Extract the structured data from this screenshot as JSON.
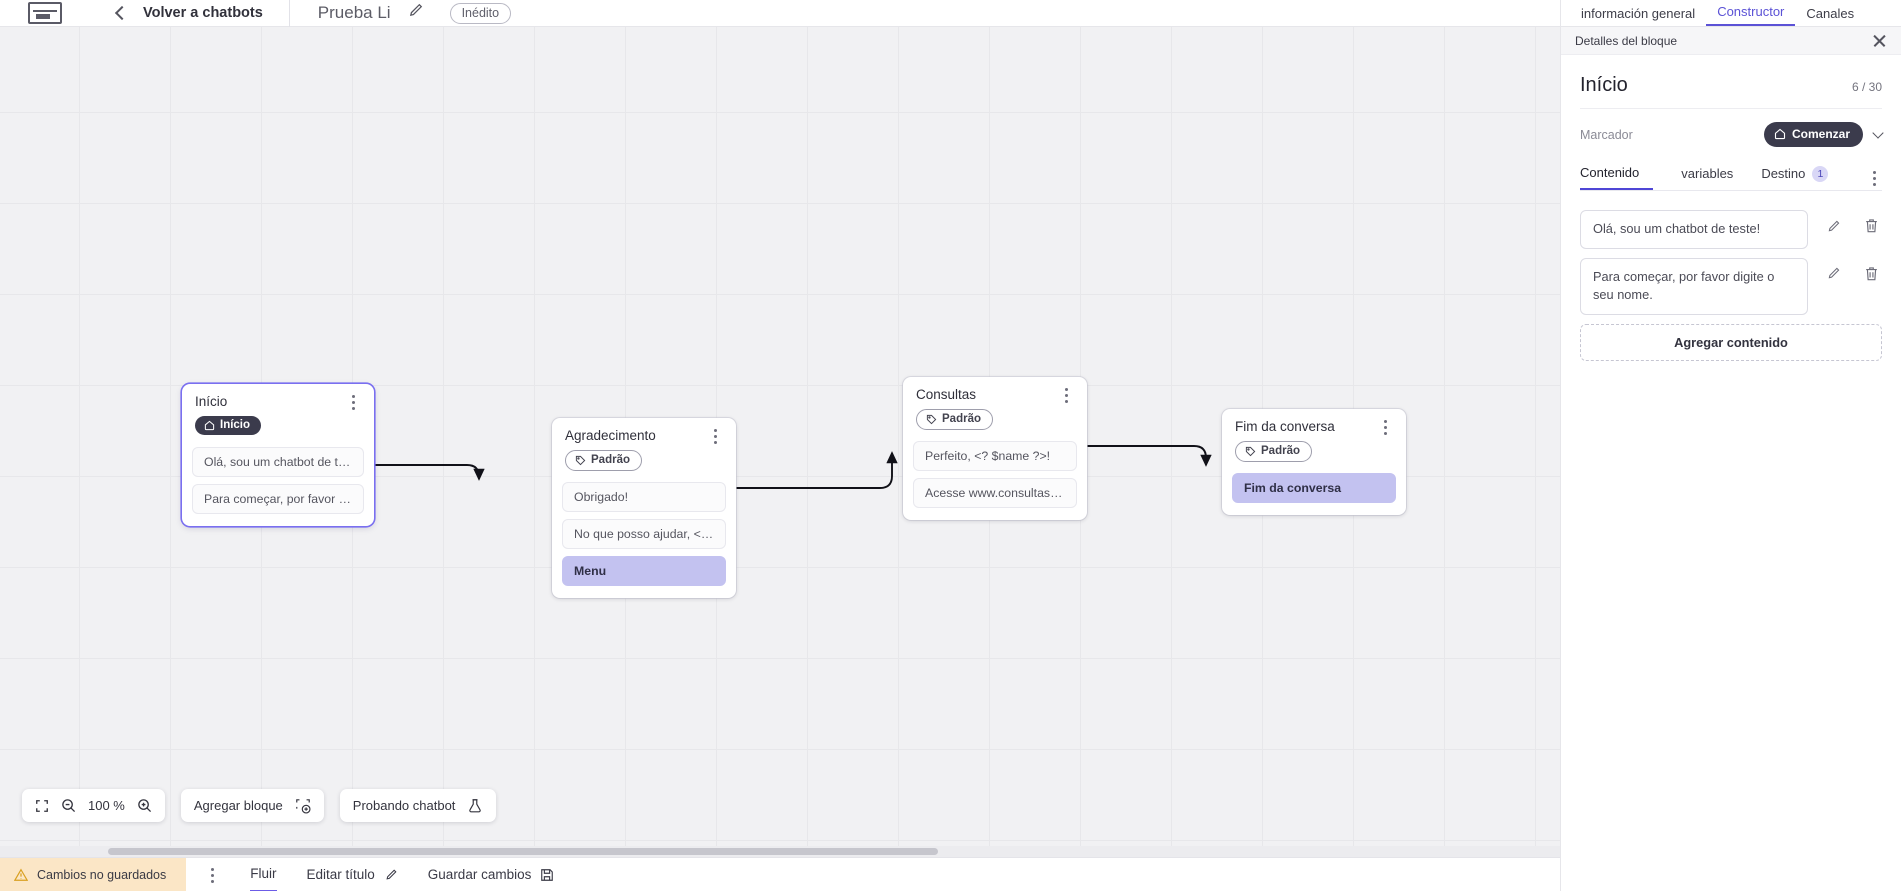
{
  "topbar": {
    "logo_icon": "via-logo-icon",
    "back_chevron_icon": "chevron-left-icon",
    "back_label": "Volver a chatbots",
    "project_title": "Prueba Li",
    "edit_icon": "pencil-icon",
    "status_badge": "Inédito"
  },
  "canvas": {
    "nodes": [
      {
        "title": "Início",
        "chip": "Início",
        "chip_type": "start",
        "chip_icon": "home-icon",
        "selected": true,
        "messages": [
          {
            "text": "Olá, sou um chatbot de teste!",
            "accent": false
          },
          {
            "text": "Para começar, por favor digite o ...",
            "accent": false
          }
        ]
      },
      {
        "title": "Agradecimento",
        "chip": "Padrão",
        "chip_type": "default",
        "chip_icon": "tag-icon",
        "selected": false,
        "messages": [
          {
            "text": "Obrigado!",
            "accent": false
          },
          {
            "text": "No que posso ajudar, <? $name ...",
            "accent": false
          },
          {
            "text": "Menu",
            "accent": true
          }
        ]
      },
      {
        "title": "Consultas",
        "chip": "Padrão",
        "chip_type": "default",
        "chip_icon": "tag-icon",
        "selected": false,
        "messages": [
          {
            "text": "Perfeito, <? $name ?>!",
            "accent": false
          },
          {
            "text": "Acesse www.consultas.com par...",
            "accent": false
          }
        ]
      },
      {
        "title": "Fim da conversa",
        "chip": "Padrão",
        "chip_type": "default",
        "chip_icon": "tag-icon",
        "selected": false,
        "messages": [
          {
            "text": "Fim da conversa",
            "accent": true
          }
        ]
      }
    ],
    "toolbar": {
      "fit_icon": "fit-screen-icon",
      "zoom_out_icon": "zoom-out-icon",
      "zoom_level": "100 %",
      "zoom_in_icon": "zoom-in-icon",
      "add_block_label": "Agregar bloque",
      "add_block_icon": "add-block-icon",
      "test_chatbot_label": "Probando chatbot",
      "test_chatbot_icon": "flask-icon"
    }
  },
  "bottombar": {
    "unsaved_icon": "warning-triangle-icon",
    "unsaved_label": "Cambios no guardados",
    "kebab_icon": "kebab-vertical-icon",
    "flow_label": "Fluir",
    "edit_title_label": "Editar título",
    "edit_title_icon": "pencil-icon",
    "save_label": "Guardar cambios",
    "save_icon": "save-disk-icon"
  },
  "rpanel": {
    "tabs": [
      {
        "label": "información general",
        "active": false
      },
      {
        "label": "Constructor",
        "active": true
      },
      {
        "label": "Canales",
        "active": false
      }
    ],
    "header_label": "Detalles del bloque",
    "close_icon": "close-icon",
    "block_title": "Início",
    "char_count": "6 / 30",
    "marker_label": "Marcador",
    "marker_pill": "Comenzar",
    "marker_pill_icon": "home-icon",
    "marker_chevron_icon": "chevron-down-icon",
    "subtabs": [
      {
        "label": "Contenido",
        "badge": null,
        "active": true
      },
      {
        "label": "variables",
        "badge": null,
        "active": false
      },
      {
        "label": "Destino",
        "badge": "1",
        "active": false
      }
    ],
    "subtab_kebab_icon": "kebab-vertical-icon",
    "content_items": [
      {
        "text": "Olá, sou um chatbot de teste!",
        "edit_icon": "pencil-icon",
        "delete_icon": "trash-icon"
      },
      {
        "text": "Para começar, por favor digite o seu nome.",
        "edit_icon": "pencil-icon",
        "delete_icon": "trash-icon"
      }
    ],
    "add_content_label": "Agregar contenido"
  },
  "colors": {
    "accent": "#5b52d6",
    "node_accent_bg": "#c3c2f0",
    "dark_chip": "#3b3b4c",
    "warning_bg": "#fbe6c6"
  }
}
